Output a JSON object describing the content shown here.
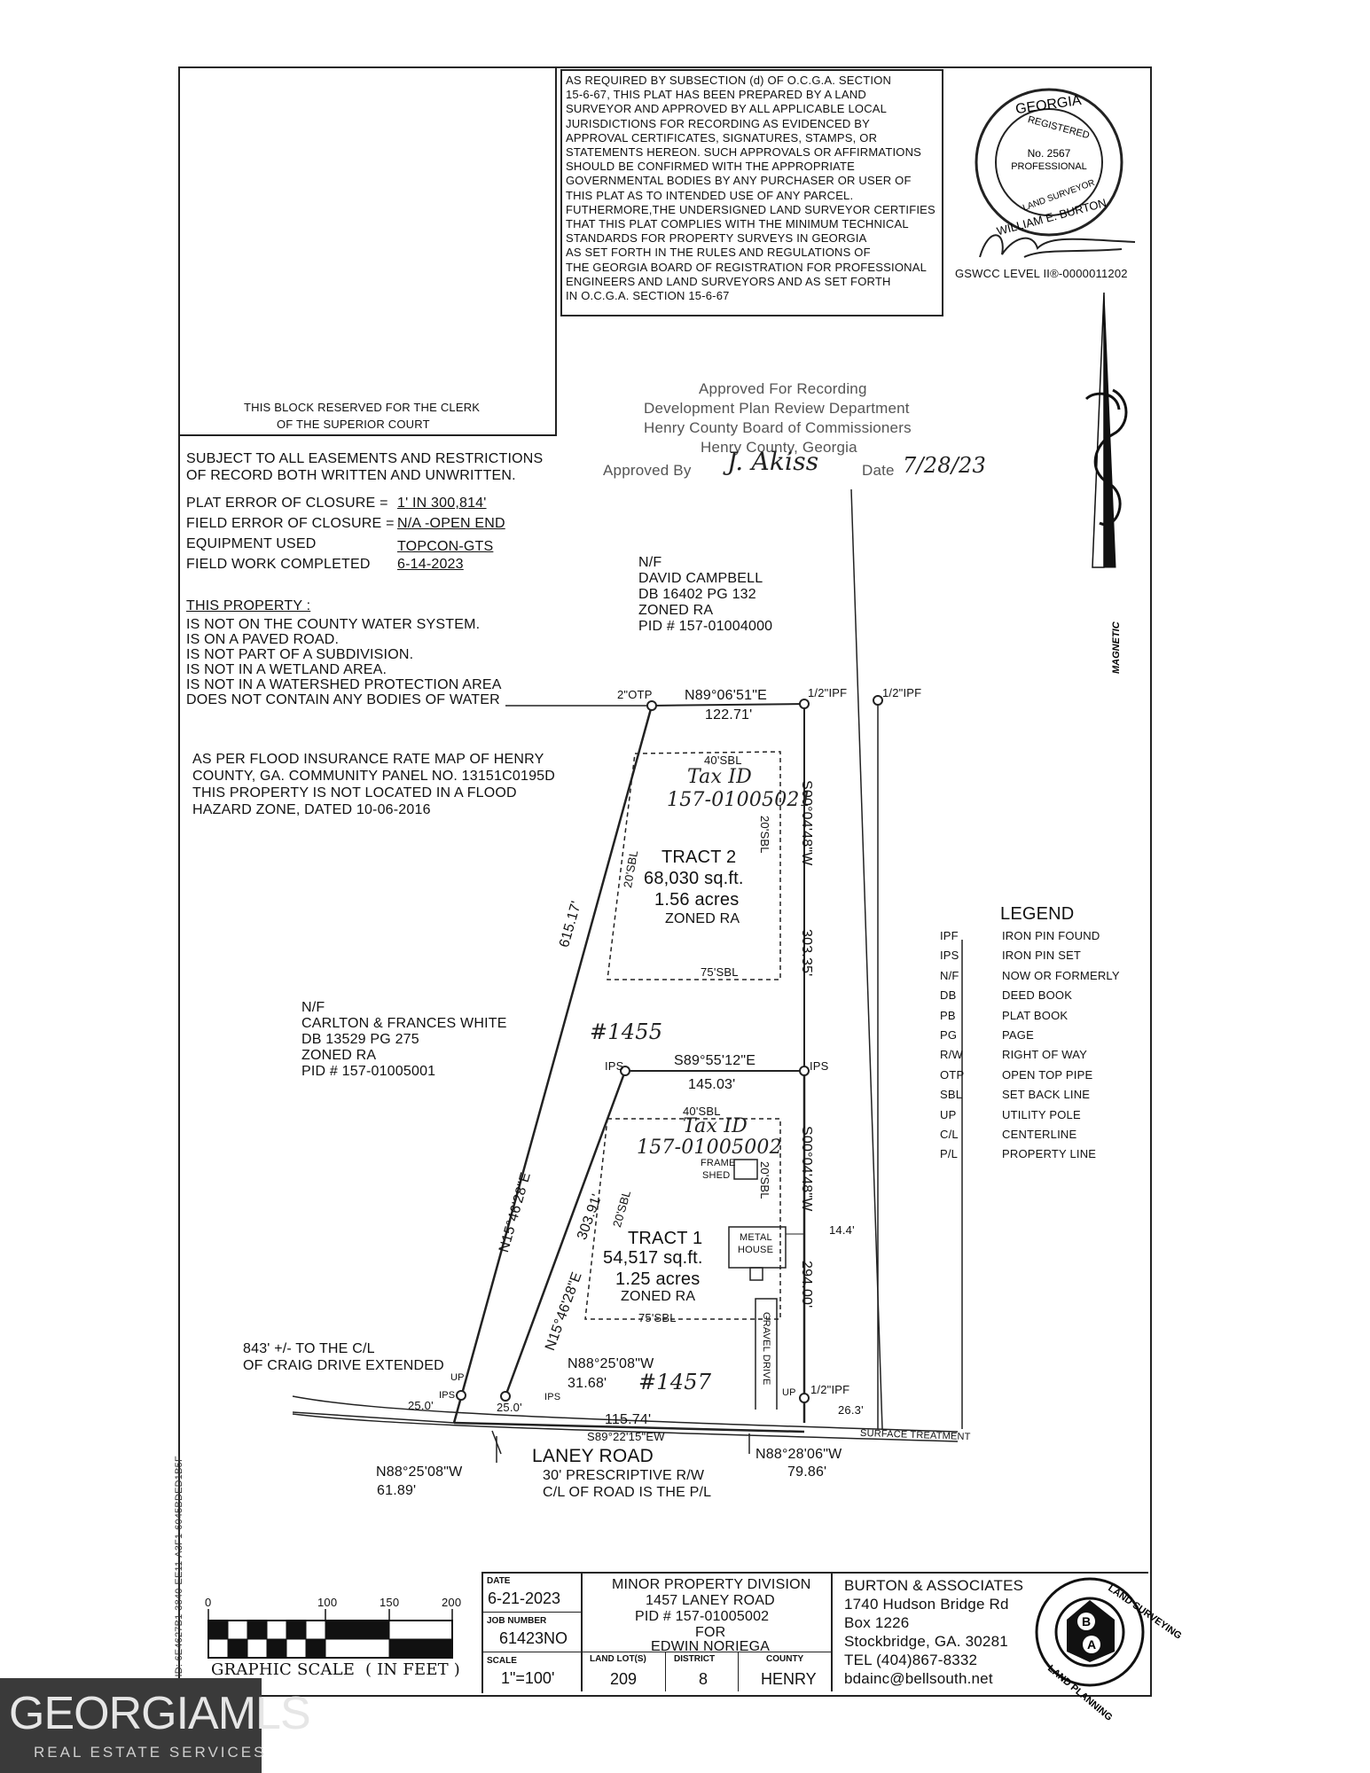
{
  "certification": {
    "lines": [
      "AS REQUIRED BY SUBSECTION (d) OF O.C.G.A. SECTION",
      "15-6-67, THIS PLAT HAS BEEN PREPARED BY A LAND",
      "SURVEYOR AND APPROVED BY ALL APPLICABLE LOCAL",
      "JURISDICTIONS FOR RECORDING AS EVIDENCED BY",
      "APPROVAL CERTIFICATES, SIGNATURES, STAMPS, OR",
      "STATEMENTS HEREON. SUCH APPROVALS OR AFFIRMATIONS",
      "SHOULD BE CONFIRMED WITH THE APPROPRIATE",
      "GOVERNMENTAL BODIES BY ANY PURCHASER OR USER OF",
      "THIS PLAT AS TO INTENDED USE OF ANY PARCEL.",
      "FUTHERMORE,THE UNDERSIGNED LAND SURVEYOR CERTIFIES",
      "THAT THIS PLAT COMPLIES WITH THE MINIMUM TECHNICAL",
      "STANDARDS FOR PROPERTY SURVEYS IN GEORGIA",
      "AS SET FORTH IN THE RULES AND REGULATIONS OF",
      "THE GEORGIA BOARD OF REGISTRATION FOR PROFESSIONAL",
      "ENGINEERS AND LAND SURVEYORS AND AS SET FORTH",
      "IN O.C.G.A. SECTION 15-6-67"
    ]
  },
  "seal": {
    "state": "GEORGIA",
    "registered": "REGISTERED",
    "number": "No. 2567",
    "professional": "PROFESSIONAL",
    "land_surveyor": "LAND SURVEYOR",
    "name": "WILLIAM E. BURTON",
    "gswcc": "GSWCC LEVEL II®-0000011202"
  },
  "clerk_block": {
    "line1": "THIS BLOCK RESERVED FOR THE CLERK",
    "line2": "OF THE SUPERIOR COURT"
  },
  "approval_stamp": {
    "line1": "Approved For Recording",
    "line2": "Development Plan Review Department",
    "line3": "Henry County Board of Commissioners",
    "line4": "Henry County, Georgia",
    "approved_by": "Approved By",
    "signature": "J. Akiss",
    "date_label": "Date",
    "date": "7/28/23"
  },
  "notes": {
    "easements1": "SUBJECT TO ALL EASEMENTS AND RESTRICTIONS",
    "easements2": "OF RECORD BOTH WRITTEN AND UNWRITTEN.",
    "plat_error_label": "PLAT ERROR OF CLOSURE =",
    "plat_error_value": "1' IN 300,814'",
    "field_error_label": "FIELD ERROR OF CLOSURE =",
    "field_error_value": "N/A -OPEN END",
    "equipment_label": "EQUIPMENT USED",
    "equipment_value": "TOPCON-GTS",
    "fieldwork_label": "FIELD WORK COMPLETED",
    "fieldwork_value": "6-14-2023",
    "property_heading": "THIS PROPERTY :",
    "property_lines": [
      "IS NOT ON THE COUNTY WATER SYSTEM.",
      "IS ON A PAVED ROAD.",
      "IS NOT PART OF A SUBDIVISION.",
      "IS NOT IN A WETLAND AREA.",
      "IS NOT IN A WATERSHED PROTECTION AREA",
      "DOES NOT CONTAIN ANY BODIES OF WATER"
    ],
    "flood_lines": [
      "AS PER FLOOD INSURANCE RATE MAP OF HENRY",
      "COUNTY, GA. COMMUNITY PANEL NO. 13151C0195D",
      "THIS PROPERTY IS NOT LOCATED IN A FLOOD",
      "HAZARD ZONE, DATED 10-06-2016"
    ]
  },
  "neighbors": {
    "north": [
      "N/F",
      "DAVID CAMPBELL",
      "DB 16402 PG 132",
      "ZONED RA",
      "PID # 157-01004000"
    ],
    "west": [
      "N/F",
      "CARLTON & FRANCES WHITE",
      "DB 13529 PG 275",
      "ZONED RA",
      "PID # 157-01005001"
    ]
  },
  "plat": {
    "north_bearing": "N89°06'51\"E",
    "north_dist": "122.71'",
    "otp": "2\"OTP",
    "ipf_half": "1/2\"IPF",
    "ipf_half2": "1/2\"IPF",
    "east_bearing_top": "S00°04'48\"W",
    "east_dist_top": "303.35'",
    "west_bearing_top": "615.17'",
    "mid_bearing": "S89°55'12\"E",
    "mid_dist": "145.03'",
    "ips": "IPS",
    "west_bearing_long": "N15°46'28\"E",
    "tract1_west_dist": "303.91'",
    "tract1_west_bearing": "N15°46'28\"E",
    "east_bearing_bot": "S00°04'48\"W",
    "east_dist_bot": "294.00'",
    "sbl40": "40'SBL",
    "sbl20": "20'SBL",
    "sbl75": "75'SBL",
    "tract2": {
      "title": "TRACT 2",
      "sqft": "68,030 sq.ft.",
      "acres": "1.56 acres",
      "zone": "ZONED RA",
      "tax": "Tax ID",
      "tax_id": "157-01005021",
      "num": "#1455"
    },
    "tract1": {
      "title": "TRACT 1",
      "sqft": "54,517 sq.ft.",
      "acres": "1.25 acres",
      "zone": "ZONED RA",
      "tax": "Tax ID",
      "tax_id": "157-01005002",
      "num": "#1457"
    },
    "frame_shed": "FRAME",
    "frame_shed2": "SHED",
    "metal_house1": "METAL",
    "metal_house2": "HOUSE",
    "dim_14": "14.4'",
    "gravel_drive": "GRAVEL DRIVE",
    "dist_843_1": "843' +/- TO THE C/L",
    "dist_843_2": "OF CRAIG DRIVE EXTENDED",
    "up": "UP",
    "d25a": "25.0'",
    "d25b": "25.0'",
    "road_bearing1": "N88°25'08\"W",
    "road_dist1": "31.68'",
    "road_dist_mid": "115.74'",
    "road_bearing_mid": "S89°22'15\"EW",
    "d26": "26.3'",
    "surface": "SURFACE TREATMENT",
    "road_name": "LANEY ROAD",
    "road_rw": "30' PRESCRIPTIVE R/W",
    "road_cl": "C/L OF ROAD IS THE P/L",
    "bl_bearing": "N88°25'08\"W",
    "bl_dist": "61.89'",
    "br_bearing": "N88°28'06\"W",
    "br_dist": "79.86'",
    "magnetic": "MAGNETIC"
  },
  "legend": {
    "title": "LEGEND",
    "items": [
      {
        "abbr": "IPF",
        "desc": "IRON PIN FOUND"
      },
      {
        "abbr": "IPS",
        "desc": "IRON PIN SET"
      },
      {
        "abbr": "N/F",
        "desc": "NOW OR FORMERLY"
      },
      {
        "abbr": "DB",
        "desc": "DEED BOOK"
      },
      {
        "abbr": "PB",
        "desc": "PLAT BOOK"
      },
      {
        "abbr": "PG",
        "desc": "PAGE"
      },
      {
        "abbr": "R/W",
        "desc": "RIGHT OF WAY"
      },
      {
        "abbr": "OTP",
        "desc": "OPEN TOP PIPE"
      },
      {
        "abbr": "SBL",
        "desc": "SET BACK LINE"
      },
      {
        "abbr": "UP",
        "desc": "UTILITY POLE"
      },
      {
        "abbr": "C/L",
        "desc": "CENTERLINE"
      },
      {
        "abbr": "P/L",
        "desc": "PROPERTY LINE"
      }
    ]
  },
  "scale": {
    "ticks": [
      "0",
      "100",
      "150",
      "200"
    ],
    "label": "GRAPHIC SCALE  ( IN FEET )"
  },
  "title_block": {
    "date_label": "DATE",
    "date": "6-21-2023",
    "job_label": "JOB NUMBER",
    "job": "61423NO",
    "scale_label": "SCALE",
    "scale": "1\"=100'",
    "title1": "MINOR PROPERTY DIVISION",
    "title2": "1457 LANEY ROAD",
    "title3": "PID # 157-01005002",
    "title4": "FOR",
    "title5": "EDWIN NORIEGA",
    "lot_label": "LAND LOT(S)",
    "lot": "209",
    "district_label": "DISTRICT",
    "district": "8",
    "county_label": "COUNTY",
    "county": "HENRY",
    "firm1": "BURTON & ASSOCIATES",
    "firm2": "1740 Hudson Bridge Rd",
    "firm3": "Box 1226",
    "firm4": "Stockbridge, GA. 30281",
    "firm5": "TEL (404)867-8332",
    "firm6": "bdainc@bellsouth.net",
    "logo_top": "LAND SURVEYING",
    "logo_bottom": "LAND PLANNING",
    "logo_b": "B",
    "logo_a": "A"
  },
  "side_id": "ign ID: 6E4627B1-3840-EE11-A3F1-6045BDED1B5F",
  "watermark": {
    "main": "GEORGIAMLS",
    "sub": "REAL ESTATE SERVICES"
  }
}
